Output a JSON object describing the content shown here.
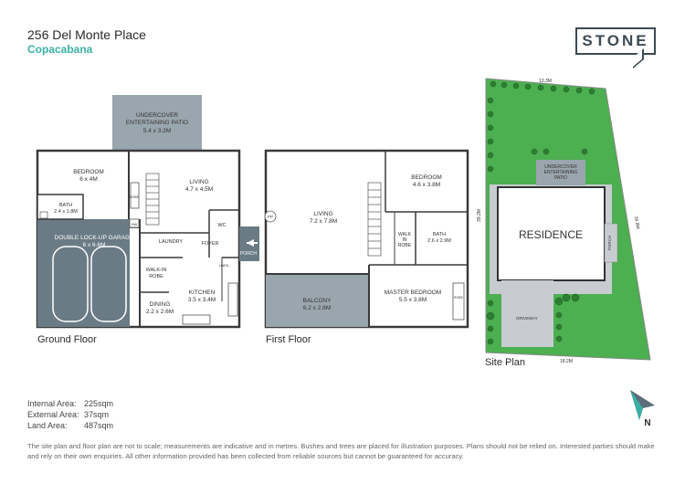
{
  "header": {
    "address": "256 Del Monte Place",
    "suburb": "Copacabana",
    "logo_text": "STONE"
  },
  "colors": {
    "accent": "#3ab0a4",
    "garage": "#6b7b85",
    "patio": "#9aa6ad",
    "wall": "#3a3a3a",
    "lawn": "#4caf50"
  },
  "ground_floor": {
    "label": "Ground Floor",
    "rooms": {
      "patio_name": "UNDERCOVER",
      "patio_name2": "ENTERTAINING PATIO",
      "patio_size": "5.4 x 3.2M",
      "bedroom_name": "BEDROOM",
      "bedroom_size": "6 x 4M",
      "bath_name": "BATH",
      "bath_size": "2.4 x 1.8M",
      "living_name": "LIVING",
      "living_size": "4.7 x 4.5M",
      "garage_name": "DOUBLE LOCK-UP GARAGE",
      "garage_size": "6 x 6.6M",
      "laundry": "LAUNDRY",
      "foyer": "FOYER",
      "wc": "WC",
      "porch": "PORCH",
      "walkin1": "WALK-IN",
      "walkin2": "ROBE",
      "kitchen_name": "KITCHEN",
      "kitchen_size": "3.5 x 3.4M",
      "dining_name": "DINING",
      "dining_size": "2.2 x 2.6M",
      "robe": "ROBE",
      "linen": "LINEN",
      "hw": "HW"
    }
  },
  "first_floor": {
    "label": "First Floor",
    "rooms": {
      "fp": "FP",
      "living_name": "LIVING",
      "living_size": "7.2 x 7.8M",
      "bedroom_name": "BEDROOM",
      "bedroom_size": "4.6 x 3.8M",
      "walkin1": "WALK",
      "walkin2": "IN",
      "walkin3": "ROBE",
      "bath_name": "BATH",
      "bath_size": "2.6 x 2.9M",
      "balcony_name": "BALCONY",
      "balcony_size": "6.2 x 2.8M",
      "master_name": "MASTER BEDROOM",
      "master_size": "5.5 x 3.8M",
      "robe": "ROBE"
    }
  },
  "site_plan": {
    "label": "Site Plan",
    "top_dim": "13.3M",
    "left_dim": "39.2M",
    "right_dim": "39.8M",
    "bottom_dim": "18.2M",
    "patio1": "UNDERCOVER",
    "patio2": "ENTERTAINING",
    "patio3": "PATIO",
    "residence": "RESIDENCE",
    "porch": "PORCH",
    "driveway": "DRIVEWAY"
  },
  "stats": [
    {
      "label": "Internal Area:",
      "value": "225sqm"
    },
    {
      "label": "External Area:",
      "value": "37sqm"
    },
    {
      "label": "Land Area:",
      "value": "487sqm"
    }
  ],
  "compass_letter": "N",
  "disclaimer": "The site plan and floor plan are not to scale; measurements are indicative and in metres. Bushes and trees are placed for illustration purposes. Plans should not be relied on. Interested parties should make and rely on their own enquiries. All other information provided has been collected from reliable sources but cannot be guaranteed for accuracy."
}
